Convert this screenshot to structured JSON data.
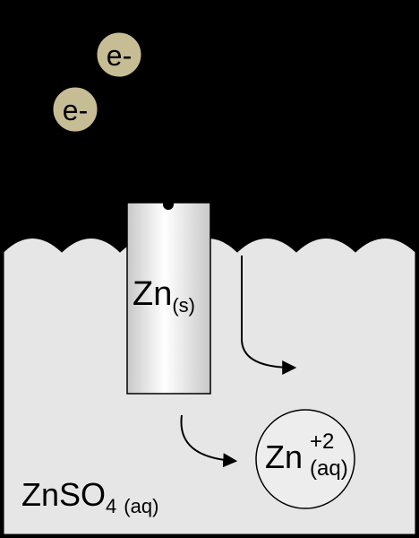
{
  "colors": {
    "background": "#000000",
    "solution": "#e6e6e6",
    "electron_fill": "#c6bd95",
    "electrode_light": "#ffffff",
    "electrode_dark": "#c8c8c8",
    "ion_circle_fill": "#ededed"
  },
  "electrons": [
    {
      "label": "e-"
    },
    {
      "label": "e-"
    }
  ],
  "electrode": {
    "symbol": "Zn",
    "state": "(s)"
  },
  "ion": {
    "symbol": "Zn",
    "charge": "+2",
    "state": "(aq)"
  },
  "solution_label": {
    "formula": "ZnSO",
    "subscript": "4",
    "state": "(aq)"
  },
  "icons": [
    "arrow-curved-right-icon",
    "arrow-curved-down-right-icon"
  ]
}
